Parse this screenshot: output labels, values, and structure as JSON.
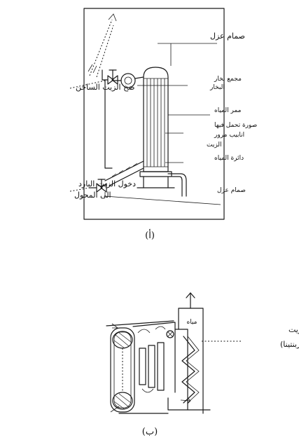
{
  "figure_a": {
    "caption": "(أ)",
    "labels": {
      "top_valve": "صمام عزل",
      "hot_oil_pump": "ضخ الزيت الساخن",
      "steam_collector": "مجمع بخار",
      "steam_collector_2": "البخار",
      "water_feed": "ممر المياه",
      "tube_line1": "صورة تحمل فيها",
      "tube_line2": "انابيب مرور",
      "tube_line3": "الزيت",
      "water_circuit": "دائرة المياه",
      "cold_oil_inlet_1": "دخول الزيت البارد",
      "cold_oil_inlet_2": "الى المحول",
      "bottom_valve": "صمام عزل"
    }
  },
  "figure_b": {
    "caption": "(ب)",
    "labels": {
      "water": "مياه",
      "oil_pipes": "مواسير مرور الزيت",
      "serpentine": "(سربنتينا)"
    }
  }
}
